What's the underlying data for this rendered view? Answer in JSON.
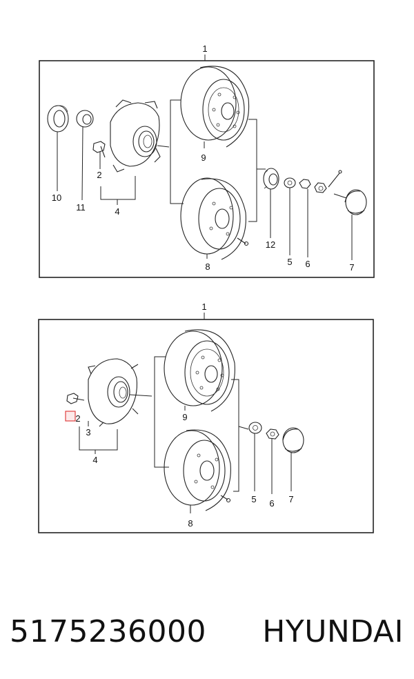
{
  "top_diagram": {
    "assembly_label": "1",
    "callouts": {
      "bearing_seal": "10",
      "outer_bearing": "11",
      "hub_bolt": "2",
      "hub": "4",
      "brake_drum": "9",
      "brake_disc": "8",
      "inner_bearing": "12",
      "washer": "5",
      "lock_nut": "6",
      "hub_cap": "7"
    }
  },
  "bottom_diagram": {
    "assembly_label": "1",
    "callouts": {
      "hub_bolt": "2",
      "hub_bearing": "3",
      "hub": "4",
      "brake_drum": "9",
      "brake_disc": "8",
      "washer": "5",
      "lock_nut": "6",
      "hub_cap": "7"
    },
    "highlighted_callout": "2",
    "highlight_color": "#e04040"
  },
  "caption": {
    "part_number": "5175236000",
    "brand": "HYUNDAI"
  }
}
